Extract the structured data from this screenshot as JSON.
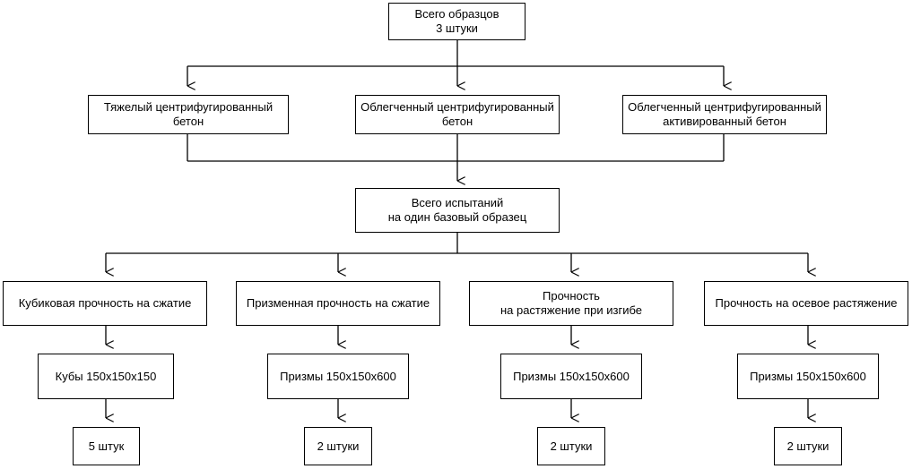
{
  "root": {
    "line1": "Всего образцов",
    "line2": "3 штуки"
  },
  "concretes": [
    {
      "line1": "Тяжелый центрифугированный",
      "line2": "бетон"
    },
    {
      "line1": "Облегченный центрифугированный",
      "line2": "бетон"
    },
    {
      "line1": "Облегченный центрифугированный",
      "line2": "активированный бетон"
    }
  ],
  "tests_total": {
    "line1": "Всего испытаний",
    "line2": "на один базовый образец"
  },
  "tests": [
    {
      "name1": "Кубиковая прочность на сжатие",
      "name2": "",
      "specimen": "Кубы 150x150x150",
      "count": "5 штук"
    },
    {
      "name1": "Призменная прочность на сжатие",
      "name2": "",
      "specimen": "Призмы 150x150x600",
      "count": "2 штуки"
    },
    {
      "name1": "Прочность",
      "name2": "на растяжение при изгибе",
      "specimen": "Призмы 150x150x600",
      "count": "2 штуки"
    },
    {
      "name1": "Прочность на осевое растяжение",
      "name2": "",
      "specimen": "Призмы 150x150x600",
      "count": "2 штуки"
    }
  ]
}
